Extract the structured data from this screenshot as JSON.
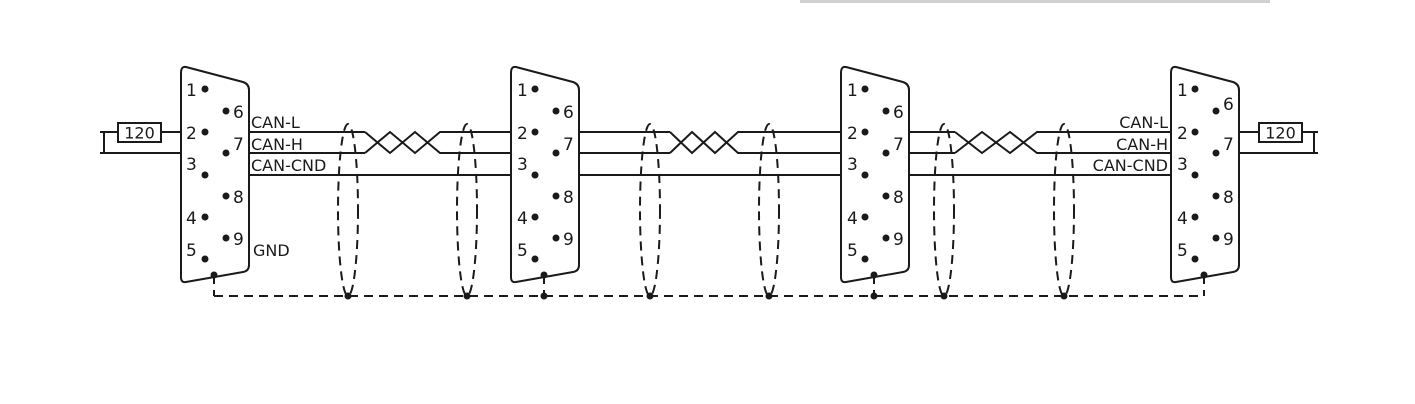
{
  "resistor": {
    "value": "120"
  },
  "signals": {
    "can_l": "CAN-L",
    "can_h": "CAN-H",
    "can_gnd": "CAN-CND",
    "gnd": "GND"
  },
  "pins": [
    "1",
    "2",
    "3",
    "4",
    "5",
    "6",
    "7",
    "8",
    "9"
  ],
  "colors": {
    "line": "#1a1a1a",
    "background": "#ffffff"
  }
}
